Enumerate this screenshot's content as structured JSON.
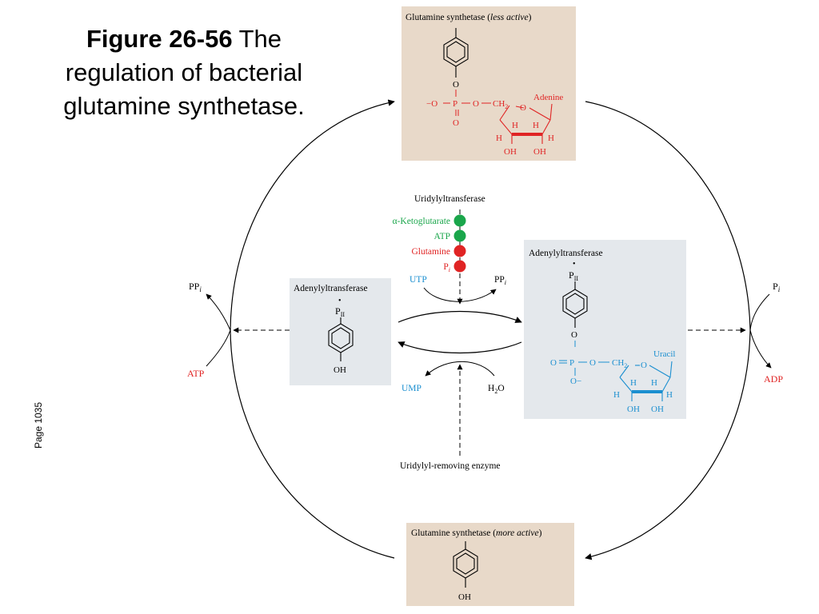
{
  "title": {
    "figure": "Figure 26-56",
    "caption": "The regulation of bacterial glutamine synthetase."
  },
  "page_label": "Page 1035",
  "top_box": {
    "label": "Glutamine synthetase (",
    "label_italic": "less active",
    "label_end": ")",
    "adenine": "Adenine",
    "o_minus": "−O",
    "p": "P",
    "o": "O",
    "ch2": "CH",
    "h": "H",
    "oh": "OH"
  },
  "bottom_box": {
    "label": "Glutamine synthetase (",
    "label_italic": "more active",
    "label_end": ")",
    "oh": "OH"
  },
  "left_box": {
    "label": "Adenylyltransferase",
    "dot": "•",
    "pii": "P",
    "sub": "II",
    "oh": "OH"
  },
  "right_box": {
    "label": "Adenylyltransferase",
    "dot": "•",
    "pii": "P",
    "sub": "II",
    "uracil": "Uracil",
    "o": "O",
    "p": "P",
    "ch2": "CH",
    "h": "H",
    "oh": "OH",
    "o_minus": "O−"
  },
  "center": {
    "uridylyltransferase": "Uridylyltransferase",
    "effectors": [
      {
        "label": "α-Ketoglutarate",
        "color": "#1aa64b"
      },
      {
        "label": "ATP",
        "color": "#1aa64b"
      },
      {
        "label": "Glutamine",
        "color": "#e02424"
      },
      {
        "label": "Pi",
        "color": "#e02424"
      }
    ],
    "utp": "UTP",
    "ppi": "PP",
    "ump": "UMP",
    "h2o": "H",
    "removing": "Uridylyl-removing enzyme"
  },
  "sides": {
    "left_ppi": "PP",
    "left_atp": "ATP",
    "right_pi": "P",
    "right_adp": "ADP"
  },
  "colors": {
    "box_tan": "#e8d9c9",
    "box_gray": "#e4e8ec",
    "red": "#e02424",
    "blue": "#1b8fd0",
    "green": "#1aa64b"
  }
}
